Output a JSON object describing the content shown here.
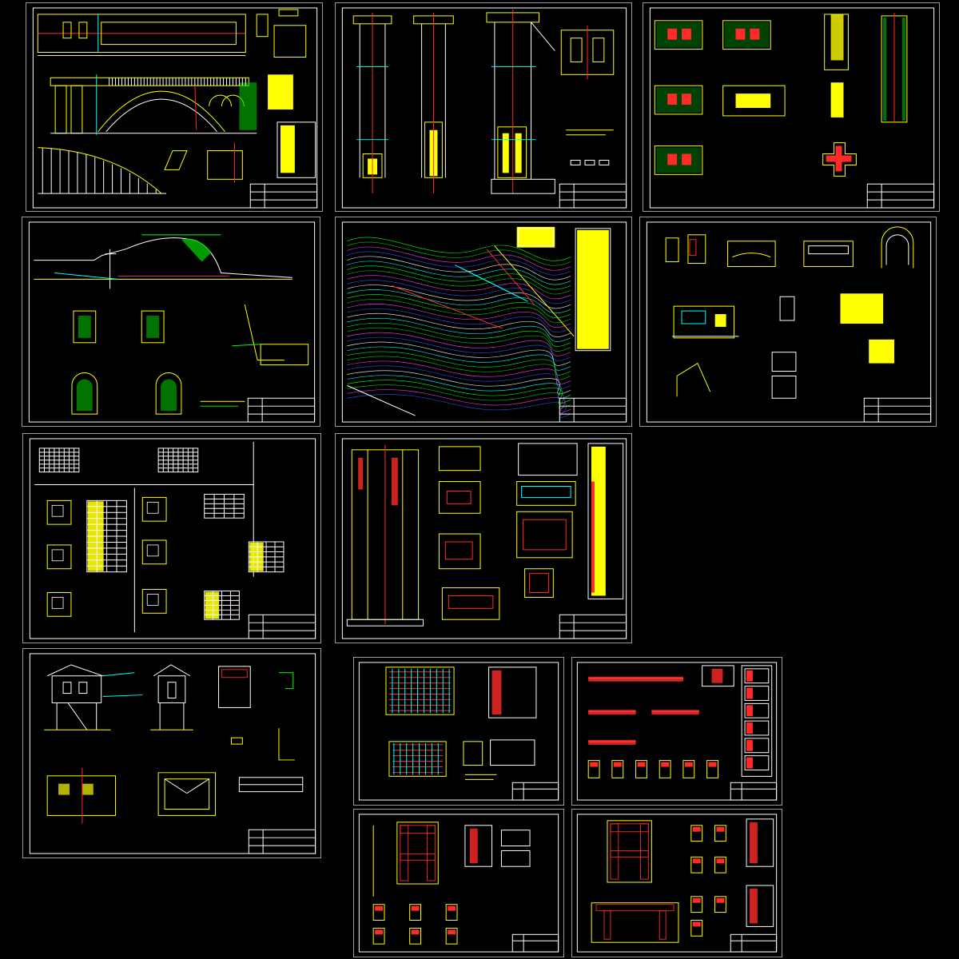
{
  "canvas": {
    "background": "#000000"
  },
  "colors": {
    "border": "#9a9a9a",
    "yellow": "#ffff00",
    "white": "#ffffff",
    "red": "#ff2a2a",
    "cyan": "#00ffff",
    "green": "#00ff00",
    "magenta": "#ff33ff",
    "blue": "#3050ff"
  },
  "sheets": [
    {
      "id": 1,
      "content": "arch-bridge-elevation-and-curve"
    },
    {
      "id": 2,
      "content": "shaft-sections"
    },
    {
      "id": 3,
      "content": "cross-section-details"
    },
    {
      "id": 4,
      "content": "longitudinal-profile-and-tunnel-sections"
    },
    {
      "id": 5,
      "content": "topographic-site-plan"
    },
    {
      "id": 6,
      "content": "culvert-and-arch-details"
    },
    {
      "id": 7,
      "content": "detail-sheets-with-tables"
    },
    {
      "id": 8,
      "content": "gate-shaft-structure"
    },
    {
      "id": 9,
      "content": "control-house-elevations-and-plans"
    },
    {
      "id": 10,
      "content": "slab-reinforcement-plan"
    },
    {
      "id": 11,
      "content": "beam-reinforcement-details"
    },
    {
      "id": 12,
      "content": "frame-reinforcement"
    },
    {
      "id": 13,
      "content": "frame-reinforcement-2"
    }
  ]
}
